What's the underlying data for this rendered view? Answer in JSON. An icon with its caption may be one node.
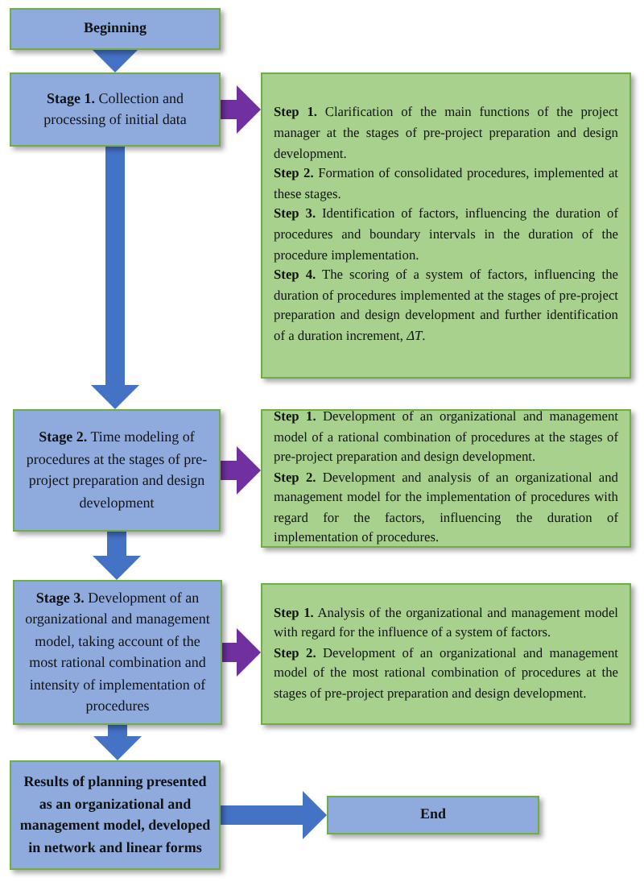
{
  "diagram": {
    "nodes": [
      {
        "text": [
          "Beginning"
        ]
      },
      {
        "text": [
          "**Stage 1.** Collection and processing of initial data"
        ]
      },
      {
        "text": [
          "**Step 1.** Clarification of the main functions of the project manager at the stages of pre-project preparation and design development.",
          "**Step 2.** Formation of consolidated procedures, implemented at these stages.",
          "**Step 3.** Identification of factors, influencing the duration of procedures and boundary intervals in the duration of the procedure implementation.",
          "**Step 4.** The scoring of a system of factors, influencing the duration of procedures implemented at the stages of pre-project preparation and design development and further identification of a duration increment, *ΔT*."
        ]
      },
      {
        "text": [
          "**Stage 2.** Time modeling of procedures at the stages of pre-project preparation and design development"
        ]
      },
      {
        "text": [
          "**Step 1.** Development of an organizational and management model of a rational combination of procedures at the stages of pre-project preparation and design development.",
          "**Step 2.** Development and analysis of an organizational and management model for the implementation of procedures with regard for the factors, influencing the duration of implementation of procedures."
        ]
      },
      {
        "text": [
          "**Stage 3.** Development of an organizational and management model, taking account of the most rational combination and intensity of implementation of procedures"
        ]
      },
      {
        "text": [
          "**Step 1.** Analysis of the organizational and management model with regard for the influence of a system of factors.",
          "**Step 2.** Development of an organizational and management model of the most rational combination of procedures at the stages of pre-project preparation and design development."
        ]
      },
      {
        "text": [
          "Results of planning presented as an organizational and management model, developed in network and linear forms"
        ]
      },
      {
        "text": [
          "End"
        ]
      }
    ],
    "edges": [
      {
        "from": 0,
        "to": 1,
        "arrow": "to"
      },
      {
        "from": 1,
        "to": 2,
        "arrow": "to",
        "color": "#7030a0"
      },
      {
        "from": 1,
        "to": 3,
        "arrow": "to"
      },
      {
        "from": 3,
        "to": 4,
        "arrow": "to",
        "color": "#7030a0"
      },
      {
        "from": 3,
        "to": 5,
        "arrow": "to"
      },
      {
        "from": 5,
        "to": 6,
        "arrow": "to",
        "color": "#7030a0"
      },
      {
        "from": 5,
        "to": 7,
        "arrow": "to"
      },
      {
        "from": 7,
        "to": 8,
        "arrow": "to"
      }
    ]
  }
}
